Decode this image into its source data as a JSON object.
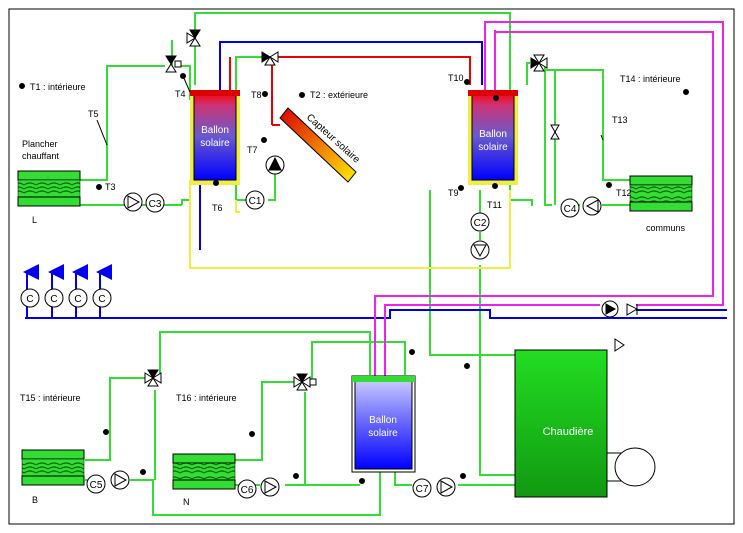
{
  "sensors": {
    "t1": "T1 : intérieure",
    "t2": "T2 : extérieure",
    "t3": "T3",
    "t4": "T4",
    "t5": "T5",
    "t6": "T6",
    "t7": "T7",
    "t8": "T8",
    "t9": "T9",
    "t10": "T10",
    "t11": "T11",
    "t12": "T12",
    "t13": "T13",
    "t14": "T14 : intérieure",
    "t15": "T15 : intérieure",
    "t16": "T16 : intérieure"
  },
  "heaters": {
    "plancher_line1": "Plancher",
    "plancher_line2": "chauffant",
    "l": "L",
    "communs": "communs",
    "b": "B",
    "n": "N"
  },
  "tanks": {
    "ballon_line1": "Ballon",
    "ballon_line2": "solaire"
  },
  "capteur": "Capteur solaire",
  "chaudiere": "Chaudière",
  "counters": {
    "c1": "C1",
    "c2": "C2",
    "c3": "C3",
    "c4": "C4",
    "c5": "C5",
    "c6": "C6",
    "c7": "C7",
    "c": "C"
  },
  "colors": {
    "green": "#33dd33",
    "blue": "#0000ee",
    "magenta": "#ee22ee",
    "red": "#ee0000",
    "yellow": "#eeee44"
  }
}
